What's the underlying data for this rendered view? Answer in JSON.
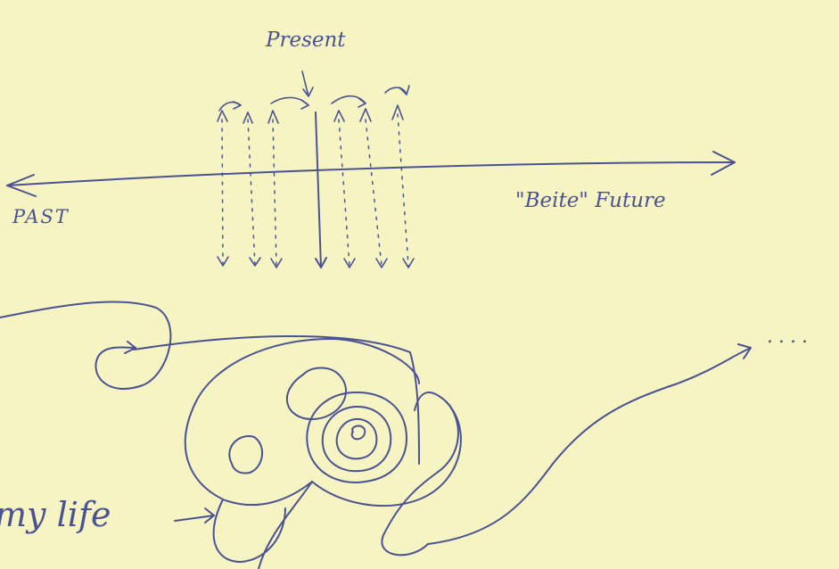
{
  "labels": {
    "present": "Present",
    "past": "PAST",
    "future": "\"Beite\" Future",
    "life": "my life",
    "ellipsis": "...."
  },
  "colors": {
    "paper": "#f7f4c4",
    "ink": "#4a5292"
  }
}
